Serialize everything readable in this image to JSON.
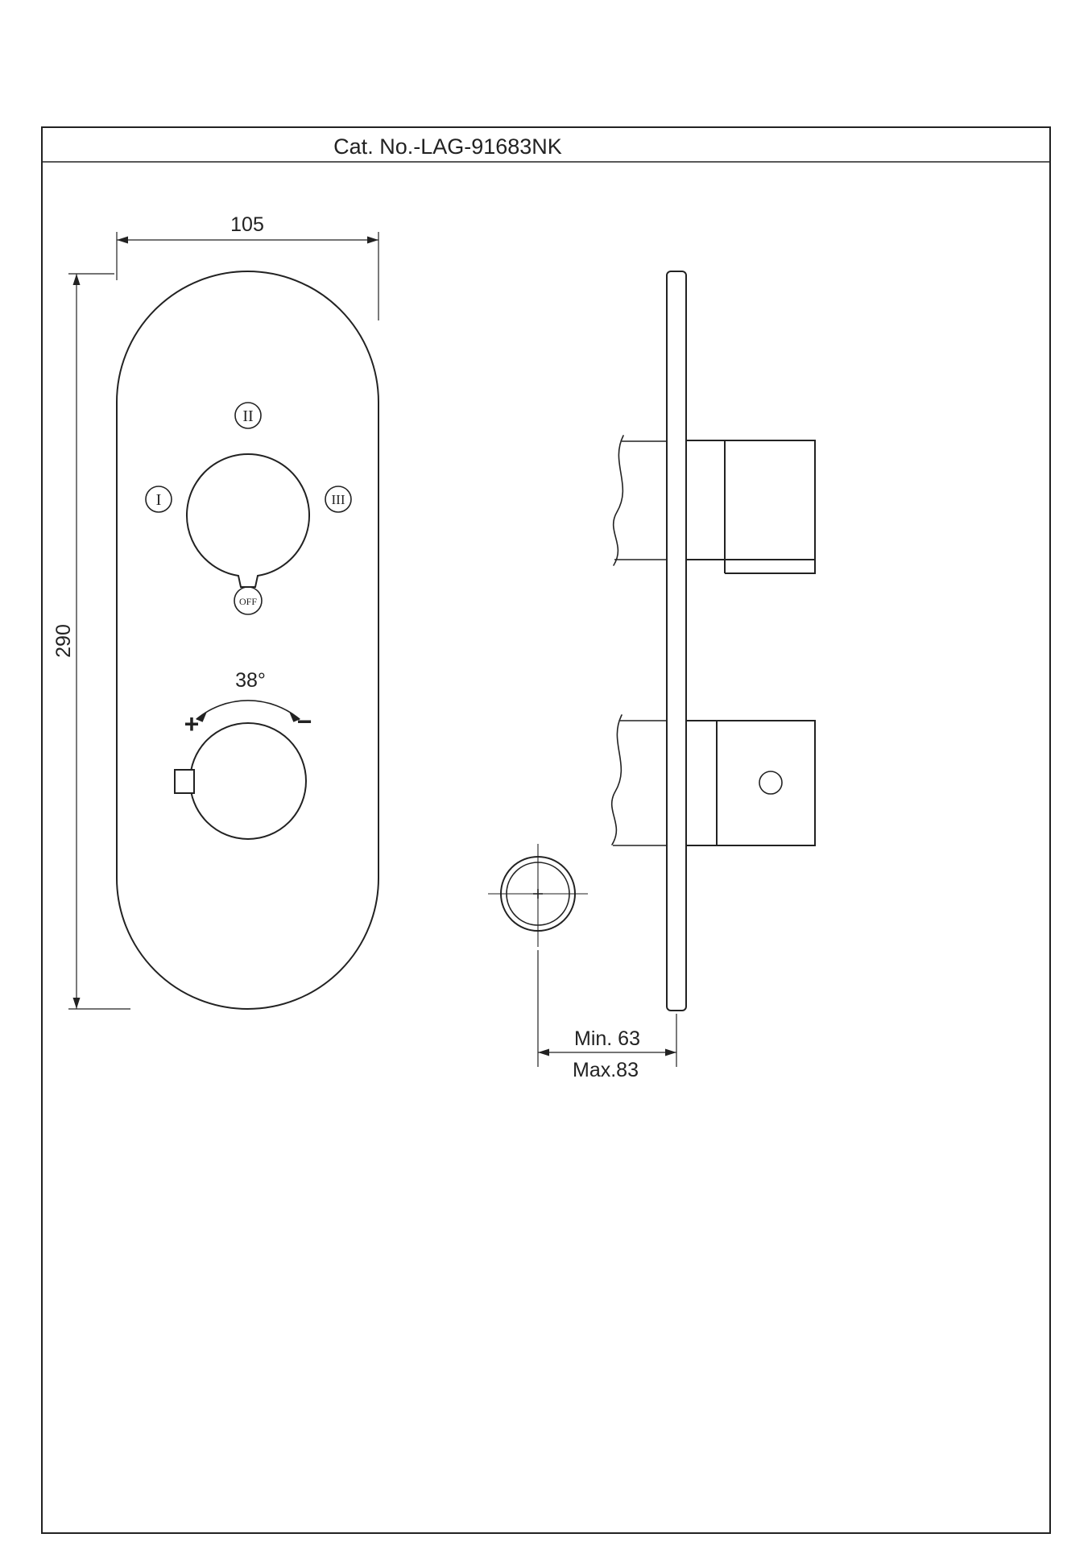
{
  "title": "Cat. No.-LAG-91683NK",
  "front_view": {
    "dim_width": "105",
    "dim_height": "290",
    "diverter": {
      "pos_top": "II",
      "pos_left": "I",
      "pos_right": "III",
      "off": "OFF"
    },
    "temperature": {
      "angle": "38°",
      "plus": "+",
      "minus": "−"
    }
  },
  "side_view": {
    "dim_depth_min": "Min. 63",
    "dim_depth_max": "Max.83"
  },
  "colors": {
    "line": "#222222",
    "background": "#ffffff"
  }
}
